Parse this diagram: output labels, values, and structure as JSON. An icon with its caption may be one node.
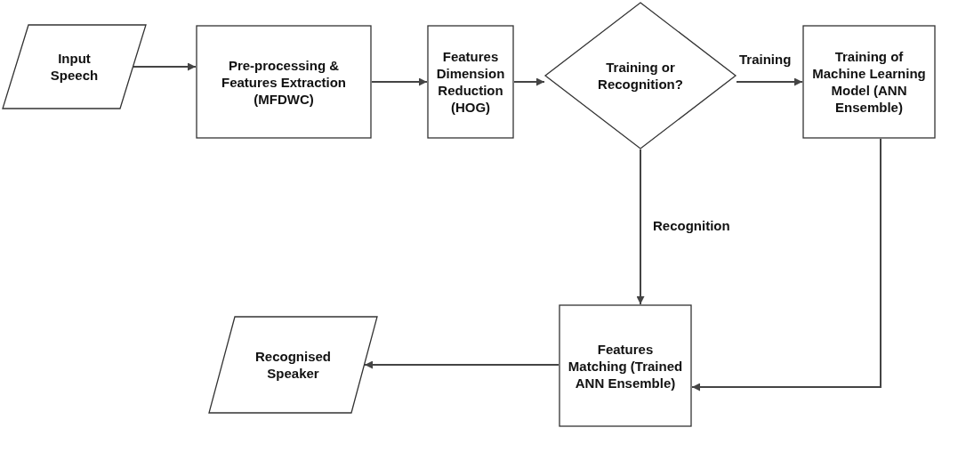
{
  "diagram": {
    "nodes": [
      {
        "text": [
          "Input Speech"
        ]
      },
      {
        "text": [
          "Pre-processing & Features Extraction (MFDWC)"
        ]
      },
      {
        "text": [
          "Features Dimension Reduction (HOG)"
        ]
      },
      {
        "text": [
          "Training or Recognition?"
        ]
      },
      {
        "text": [
          "Training of Machine Learning Model (ANN Ensemble)"
        ]
      },
      {
        "text": [
          "Features Matching (Trained ANN Ensemble)"
        ]
      },
      {
        "text": [
          "Recognised Speaker"
        ]
      }
    ],
    "edges": [
      {
        "from": 0,
        "to": 1,
        "arrow": "to"
      },
      {
        "from": 1,
        "to": 2,
        "arrow": "to"
      },
      {
        "from": 2,
        "to": 3,
        "arrow": "to"
      },
      {
        "from": 3,
        "to": 4,
        "arrow": "to",
        "label": "Training"
      },
      {
        "from": 3,
        "to": 5,
        "arrow": "to",
        "label": "Recognition"
      },
      {
        "from": 4,
        "to": 5,
        "arrow": "to"
      },
      {
        "from": 5,
        "to": 6,
        "arrow": "to"
      }
    ]
  }
}
